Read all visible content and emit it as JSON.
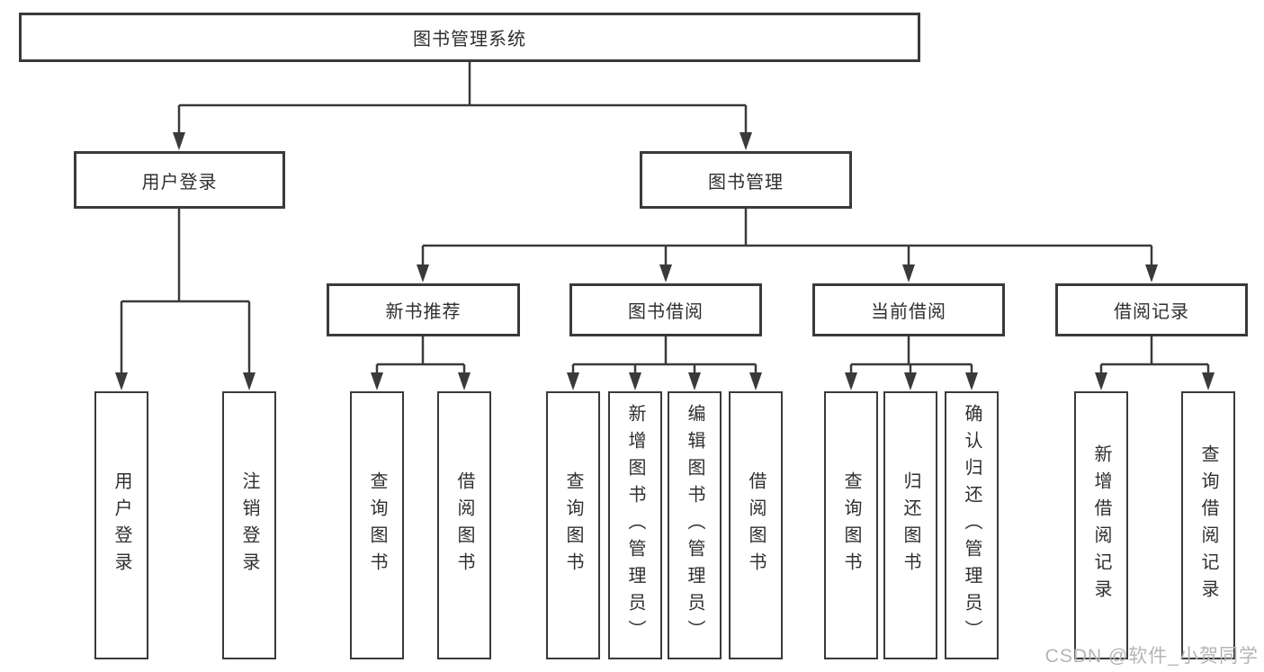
{
  "tree": {
    "label": "图书管理系统",
    "children": [
      {
        "label": "用户登录",
        "children": [
          {
            "label": "用户登录"
          },
          {
            "label": "注销登录"
          }
        ]
      },
      {
        "label": "图书管理",
        "children": [
          {
            "label": "新书推荐",
            "children": [
              {
                "label": "查询图书"
              },
              {
                "label": "借阅图书"
              }
            ]
          },
          {
            "label": "图书借阅",
            "children": [
              {
                "label": "查询图书"
              },
              {
                "label": "新增图书（管理员）"
              },
              {
                "label": "编辑图书（管理员）"
              },
              {
                "label": "借阅图书"
              }
            ]
          },
          {
            "label": "当前借阅",
            "children": [
              {
                "label": "查询图书"
              },
              {
                "label": "归还图书"
              },
              {
                "label": "确认归还（管理员）"
              }
            ]
          },
          {
            "label": "借阅记录",
            "children": [
              {
                "label": "新增借阅记录"
              },
              {
                "label": "查询借阅记录"
              }
            ]
          }
        ]
      }
    ]
  },
  "watermark": {
    "text": "CSDN @软件_小贺同学"
  },
  "colors": {
    "line": "#3a3a3a",
    "box_border": "#3a3a3a",
    "text": "#2f2f2f",
    "watermark": "#b5b5b5",
    "background": "#ffffff"
  }
}
